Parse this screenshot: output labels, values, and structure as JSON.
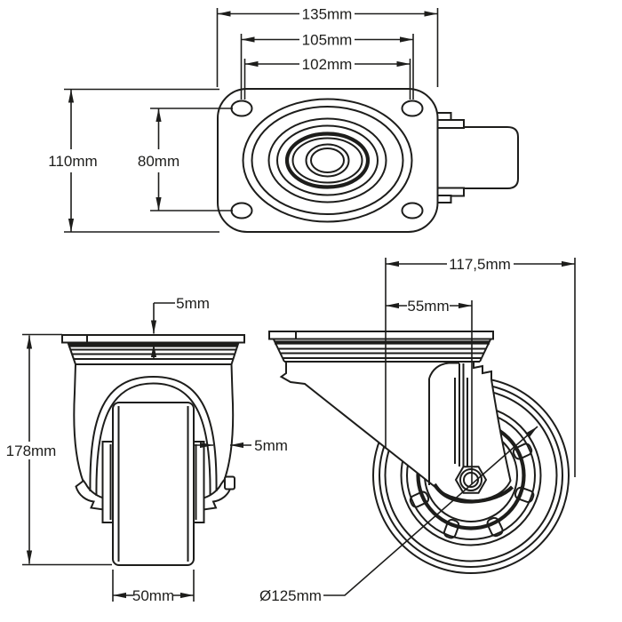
{
  "meta": {
    "type": "technical-drawing",
    "subject": "swivel plate caster with wheel, three orthographic views"
  },
  "colors": {
    "line": "#1d1d1b",
    "background": "#ffffff"
  },
  "top_view": {
    "plate_width": "135mm",
    "hole_span_outer": "105mm",
    "hole_span_inner": "102mm",
    "plate_depth": "110mm",
    "hole_span_vertical": "80mm"
  },
  "front_view": {
    "plate_thickness": "5mm",
    "overall_height": "178mm",
    "fork_thickness": "5mm",
    "wheel_width": "50mm"
  },
  "side_view": {
    "swivel_radius": "117,5mm",
    "swivel_offset": "55mm",
    "wheel_diameter": "Ø125mm"
  }
}
